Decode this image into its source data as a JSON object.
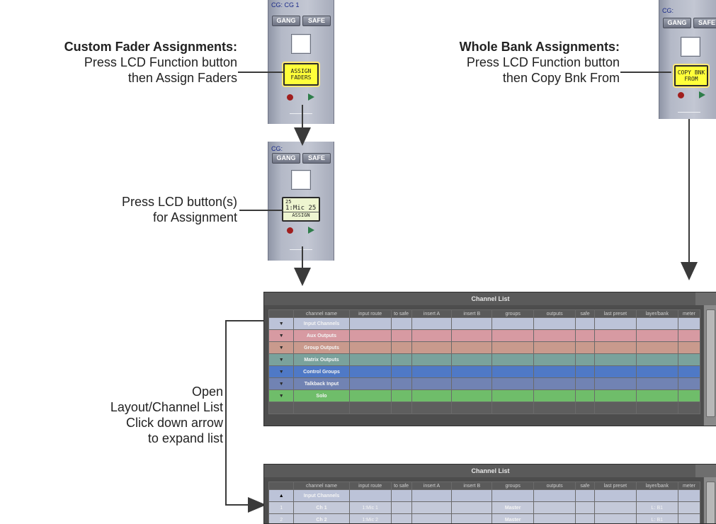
{
  "annotations": {
    "custom_title": "Custom Fader Assignments:",
    "custom_line1": "Press LCD Function button",
    "custom_line2": "then Assign Faders",
    "whole_title": "Whole Bank Assignments:",
    "whole_line1": "Press LCD Function button",
    "whole_line2": "then Copy Bnk From",
    "press_line1": "Press LCD button(s)",
    "press_line2": "for Assignment",
    "open_line1": "Open",
    "open_line2": "Layout/Channel List",
    "open_line3": "Click down arrow",
    "open_line4": "to expand list"
  },
  "strip1": {
    "top_label": "CG: CG 1",
    "gang": "GANG",
    "safe": "SAFE",
    "lcd_line1": "ASSIGN",
    "lcd_line2": "FADERS"
  },
  "strip2": {
    "top_label": "CG:",
    "gang": "GANG",
    "safe": "SAFE",
    "lcd_num": "25",
    "lcd_main": "1:Mic 25",
    "lcd_sub": "ASSIGN"
  },
  "strip3": {
    "top_label": "CG:",
    "gang": "GANG",
    "safe": "SAFE",
    "lcd_line1": "COPY BNK",
    "lcd_line2": "FROM"
  },
  "channel_list_collapsed": {
    "title": "Channel List",
    "headers": [
      "channel name",
      "input route",
      "to safe",
      "insert A",
      "insert B",
      "groups",
      "outputs",
      "safe",
      "last preset",
      "layer/bank",
      "meter"
    ],
    "rows": [
      {
        "arrow": "▼",
        "name": "Input Channels",
        "color": "#bcc3d8"
      },
      {
        "arrow": "▼",
        "name": "Aux Outputs",
        "color": "#d79aa2"
      },
      {
        "arrow": "▼",
        "name": "Group Outputs",
        "color": "#c99a8d"
      },
      {
        "arrow": "▼",
        "name": "Matrix Outputs",
        "color": "#7aa29c"
      },
      {
        "arrow": "▼",
        "name": "Control Groups",
        "color": "#4f79c6"
      },
      {
        "arrow": "▼",
        "name": "Talkback Input",
        "color": "#7183b3"
      },
      {
        "arrow": "▼",
        "name": "Solo",
        "color": "#6fbd6a"
      }
    ]
  },
  "channel_list_expanded": {
    "title": "Channel List",
    "headers": [
      "channel name",
      "input route",
      "to safe",
      "insert A",
      "insert B",
      "groups",
      "outputs",
      "safe",
      "last preset",
      "layer/bank",
      "meter"
    ],
    "section_arrow": "▲",
    "section_name": "Input Channels",
    "rows": [
      {
        "num": "1",
        "name": "Ch 1",
        "route": "1:Mic 1",
        "group": "Master",
        "bank": "L: B1"
      },
      {
        "num": "2",
        "name": "Ch 2",
        "route": "1:Mic 2",
        "group": "Master",
        "bank": "L: B1"
      }
    ]
  }
}
